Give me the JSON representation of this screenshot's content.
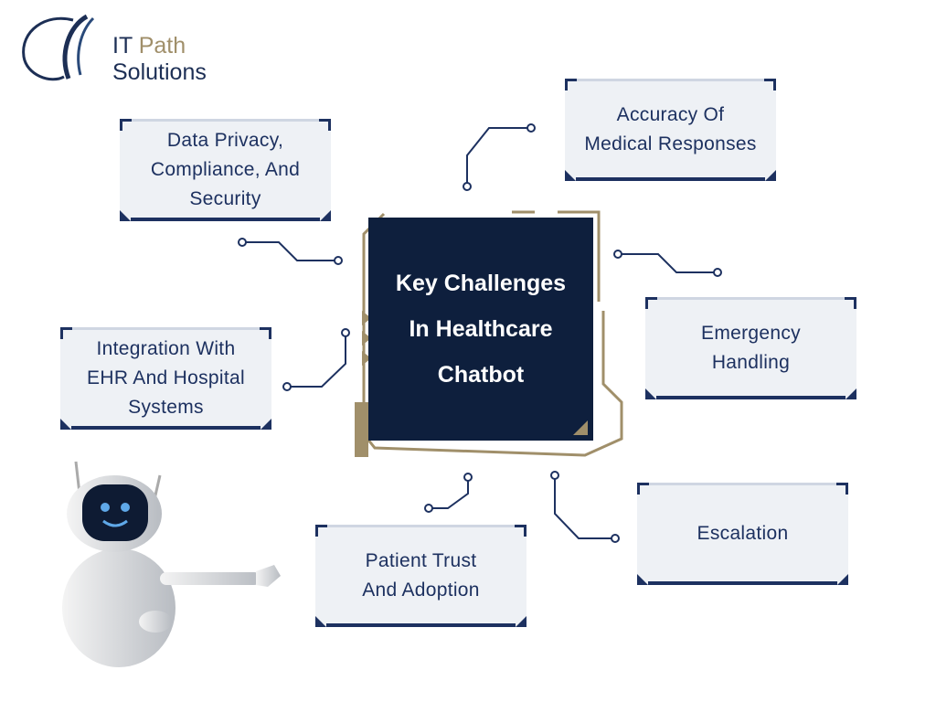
{
  "logo": {
    "line1_a": "IT",
    "line1_b": "Path",
    "line2": "Solutions"
  },
  "center": {
    "title_lines": [
      "Key Challenges",
      "In Healthcare",
      "Chatbot"
    ]
  },
  "challenges": [
    {
      "lines": [
        "Data Privacy,",
        "Compliance, And",
        "Security"
      ]
    },
    {
      "lines": [
        "Accuracy Of",
        "Medical Responses"
      ]
    },
    {
      "lines": [
        "Emergency",
        "Handling"
      ]
    },
    {
      "lines": [
        "Integration With",
        "EHR And Hospital",
        "Systems"
      ]
    },
    {
      "lines": [
        "Escalation"
      ]
    },
    {
      "lines": [
        "Patient Trust",
        "And Adoption"
      ]
    }
  ],
  "colors": {
    "navy": "#0e1f3d",
    "text": "#1d3160",
    "gold": "#a08f6a",
    "card": "#eef1f5"
  }
}
